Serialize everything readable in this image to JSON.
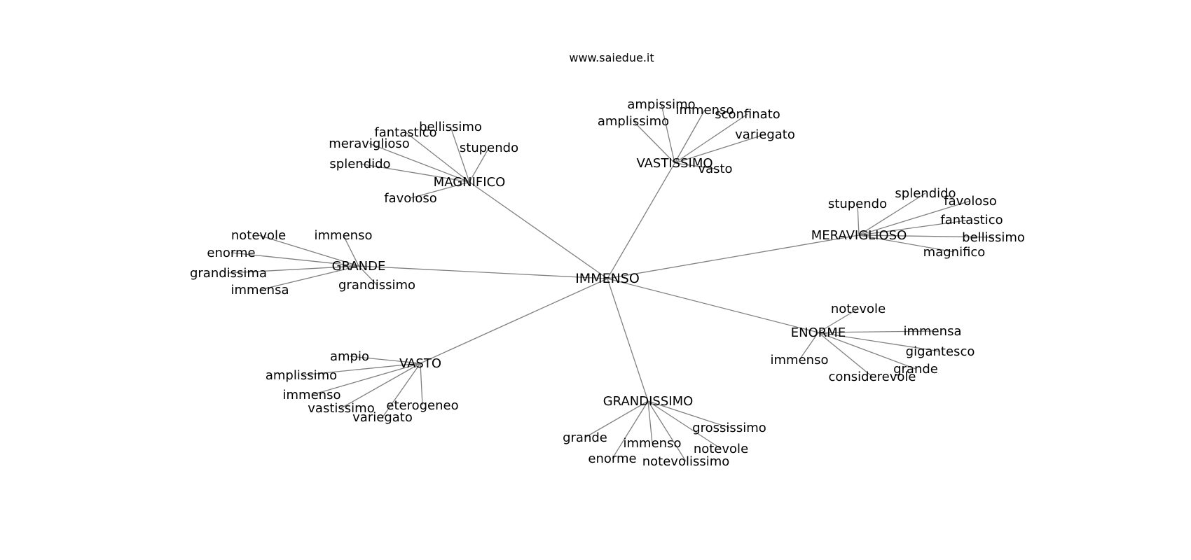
{
  "header": {
    "site": "www.saiedue.it"
  },
  "graph": {
    "center": {
      "label": "IMMENSO"
    },
    "clusters": [
      {
        "label": "MAGNIFICO",
        "leaves": [
          "bellissimo",
          "fantastico",
          "meraviglioso",
          "stupendo",
          "splendido",
          "favoloso"
        ]
      },
      {
        "label": "VASTISSIMO",
        "leaves": [
          "ampissimo",
          "immenso",
          "amplissimo",
          "sconfinato",
          "variegato",
          "vasto"
        ]
      },
      {
        "label": "MERAVIGLIOSO",
        "leaves": [
          "stupendo",
          "splendido",
          "favoloso",
          "fantastico",
          "bellissimo",
          "magnifico"
        ]
      },
      {
        "label": "GRANDE",
        "leaves": [
          "notevole",
          "immenso",
          "enorme",
          "grandissima",
          "immensa",
          "grandissimo"
        ]
      },
      {
        "label": "ENORME",
        "leaves": [
          "notevole",
          "immensa",
          "gigantesco",
          "immenso",
          "grande",
          "considerevole"
        ]
      },
      {
        "label": "VASTO",
        "leaves": [
          "ampio",
          "amplissimo",
          "immenso",
          "vastissimo",
          "eterogeneo",
          "variegato"
        ]
      },
      {
        "label": "GRANDISSIMO",
        "leaves": [
          "grande",
          "immenso",
          "grossissimo",
          "notevole",
          "enorme",
          "notevolissimo"
        ]
      }
    ]
  }
}
